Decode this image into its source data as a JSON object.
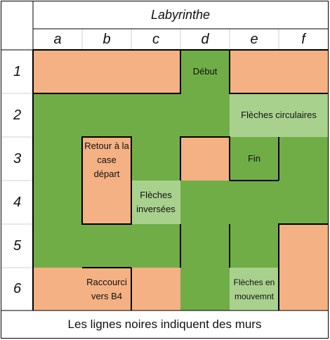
{
  "title": "Labyrinthe",
  "columns": [
    "a",
    "b",
    "c",
    "d",
    "e",
    "f"
  ],
  "rows": [
    "1",
    "2",
    "3",
    "4",
    "5",
    "6"
  ],
  "labels": {
    "debut": "Début",
    "fleches_circulaires": "Flèches circulaires",
    "retour": "Retour à la case départ",
    "fin": "Fin",
    "fleches_inversees": "Flèches inversées",
    "raccourci": "Raccourci vers B4",
    "fleches_mouvement": "Flèches en mouvemnt"
  },
  "footer": "Les lignes noires indiquent des murs",
  "colors": {
    "path": "#70ad47",
    "wall_zone": "#f4b183",
    "special": "#a9d18e",
    "grid": "#d0d0d0",
    "wall": "#000000"
  }
}
